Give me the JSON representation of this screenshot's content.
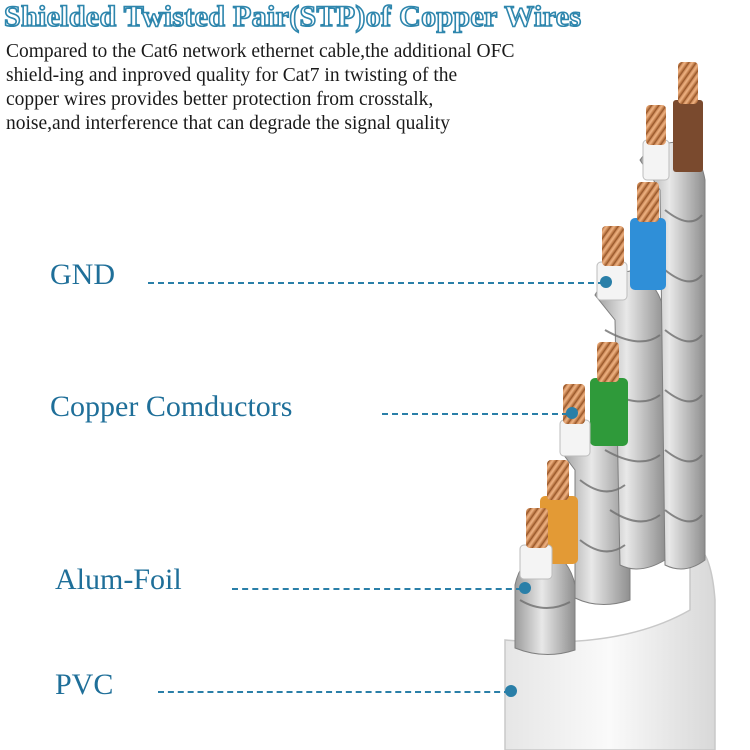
{
  "title": "Shielded Twisted Pair(STP)of Copper Wires",
  "description_lines": [
    "Compared to the Cat6 network ethernet cable,the additional OFC",
    "shield-ing and inproved quality for Cat7 in twisting of the",
    "copper wires provides better protection from crosstalk,",
    "noise,and interference that can degrade the signal quality"
  ],
  "callouts": {
    "gnd": "GND",
    "copper": "Copper Comductors",
    "foil": "Alum-Foil",
    "pvc": "PVC"
  },
  "colors": {
    "label": "#1f6f99",
    "title_outline": "#2e86ad",
    "jacket": "#f2f2f2",
    "foil": "#c9c9c9",
    "copper": "#d9955f",
    "wire_brown": "#7a4a2e",
    "wire_blue": "#2f8fd8",
    "wire_green": "#2f9a3a",
    "wire_orange": "#e39a35"
  }
}
